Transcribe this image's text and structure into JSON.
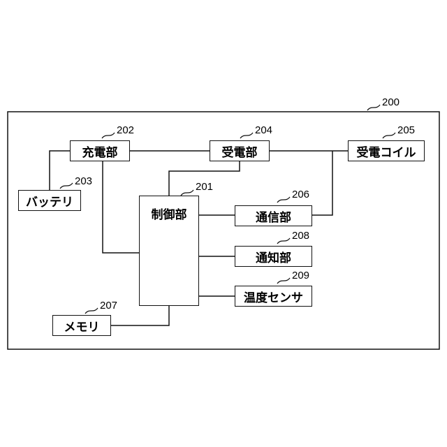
{
  "device": {
    "ref": "200"
  },
  "blocks": {
    "charger": {
      "label": "充電部",
      "ref": "202"
    },
    "battery": {
      "label": "バッテリ",
      "ref": "203"
    },
    "power_recv": {
      "label": "受電部",
      "ref": "204"
    },
    "recv_coil": {
      "label": "受電コイル",
      "ref": "205"
    },
    "controller": {
      "label": "制御部",
      "ref": "201"
    },
    "comm": {
      "label": "通信部",
      "ref": "206"
    },
    "memory": {
      "label": "メモリ",
      "ref": "207"
    },
    "notify": {
      "label": "通知部",
      "ref": "208"
    },
    "temp_sensor": {
      "label": "温度センサ",
      "ref": "209"
    }
  },
  "colors": {
    "line": "#111111",
    "background": "#ffffff"
  }
}
